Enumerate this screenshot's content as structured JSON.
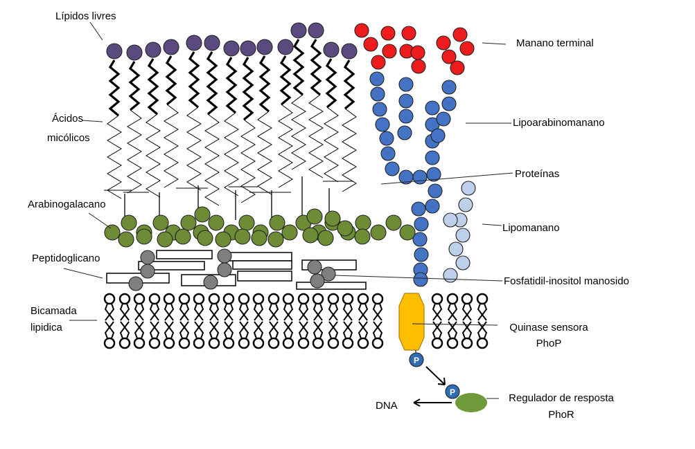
{
  "colors": {
    "lipid_head": "#5a4a7e",
    "mannose": "#ee1c1c",
    "arabinomannan": "#4472c4",
    "lipomannan": "#bdd0ea",
    "arabinogalactan": "#6e8c35",
    "peptidoglycan": "#7f7f7f",
    "kinase": "#ffbf00",
    "phosphate": "#2e6db4",
    "regulator": "#6e9a3c"
  },
  "labels": {
    "free_lipids": "Lípidos livres",
    "mycolic_1": "Ácidos",
    "mycolic_2": "micólicos",
    "terminal_mannan": "Manano terminal",
    "lipoarabinomannan": "Lipoarabinomanano",
    "proteins": "Proteínas",
    "arabinogalactan": "Arabinogalacano",
    "lipomannan": "Lipomanano",
    "peptidoglycan": "Peptidoglicano",
    "pim": "Fosfatidil-inositol manosido",
    "bilayer_1": "Bicamada",
    "bilayer_2": "lipidica",
    "kinase_1": "Quinase sensora",
    "kinase_2": "PhoP",
    "regulator_1": "Regulador de resposta",
    "regulator_2": "PhoR",
    "dna": "DNA",
    "phosphate": "P"
  }
}
